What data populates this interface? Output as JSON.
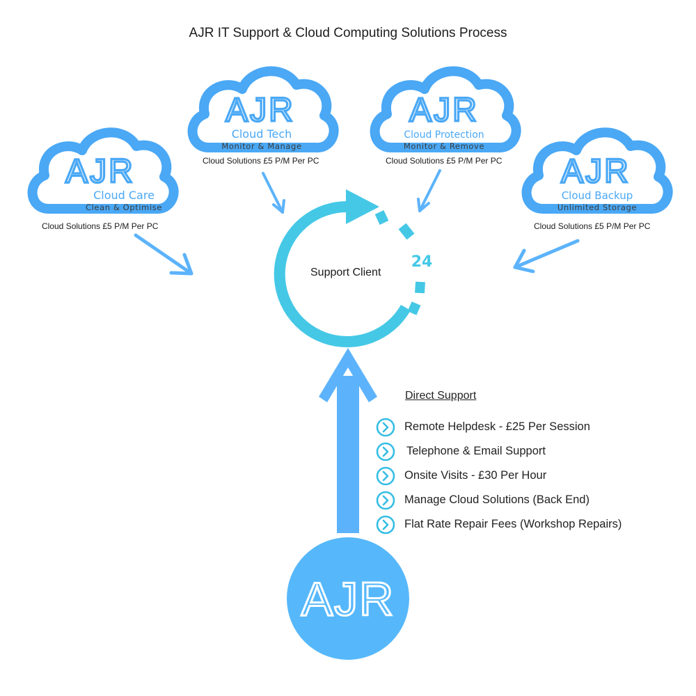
{
  "title": "AJR IT Support & Cloud Computing Solutions Process",
  "colors": {
    "cloud_blue": "#4aa8f5",
    "cycle_cyan": "#45c8e6",
    "arrow_blue": "#5cb3fb",
    "logo_circle": "#56b8fb"
  },
  "clouds": [
    {
      "logo": "AJR",
      "name": "Cloud Care",
      "tagline": "Clean & Optimise",
      "price": "Cloud Solutions £5 P/M Per PC"
    },
    {
      "logo": "AJR",
      "name": "Cloud Tech",
      "tagline": "Monitor & Manage",
      "price": "Cloud Solutions £5 P/M Per PC"
    },
    {
      "logo": "AJR",
      "name": "Cloud Protection",
      "tagline": "Monitor & Remove",
      "price": "Cloud Solutions £5 P/M Per PC"
    },
    {
      "logo": "AJR",
      "name": "Cloud Backup",
      "tagline": "Unlimited Storage",
      "price": "Cloud Solutions £5 P/M Per PC"
    }
  ],
  "center": {
    "label": "Support Client",
    "badge": "24"
  },
  "direct_support": {
    "title": "Direct Support",
    "items": [
      "Remote Helpdesk - £25 Per Session",
      "Telephone & Email Support",
      "Onsite Visits - £30 Per Hour",
      "Manage Cloud Solutions (Back End)",
      "Flat Rate Repair Fees (Workshop Repairs)"
    ]
  },
  "bottom_logo": {
    "text": "AJR"
  }
}
